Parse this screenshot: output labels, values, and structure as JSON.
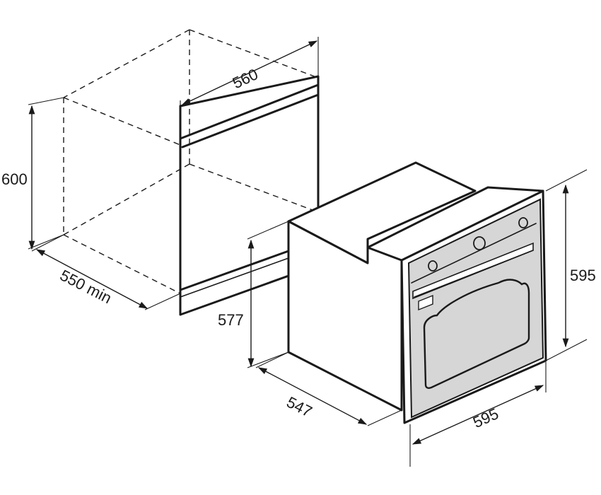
{
  "dimensions": {
    "niche_width": "560",
    "niche_height": "600",
    "niche_depth": "550 min",
    "oven_body_height": "577",
    "oven_body_depth": "547",
    "oven_front_width": "595",
    "oven_front_height": "595"
  },
  "colors": {
    "line": "#1a1a1a",
    "oven_front": "#d6d6d6",
    "background": "#ffffff"
  }
}
